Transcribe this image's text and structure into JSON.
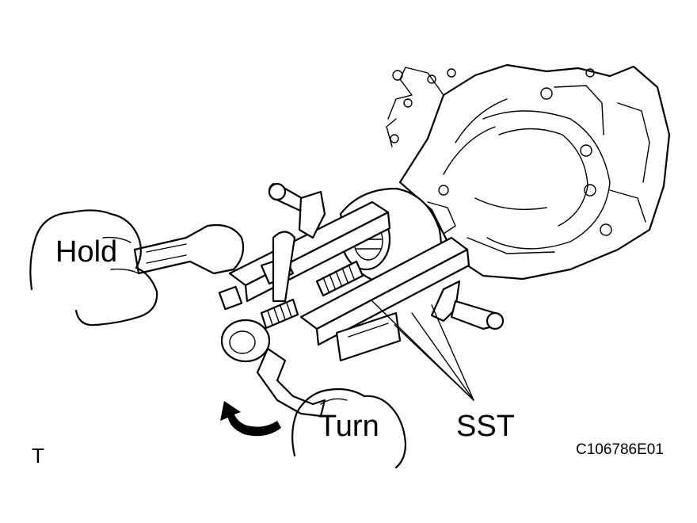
{
  "labels": {
    "hold": "Hold",
    "turn": "Turn",
    "sst": "SST",
    "corner": "T",
    "figure_id": "C106786E01"
  },
  "icons": {
    "rotation_arrow": "curved-arrow-counterclockwise-icon"
  }
}
